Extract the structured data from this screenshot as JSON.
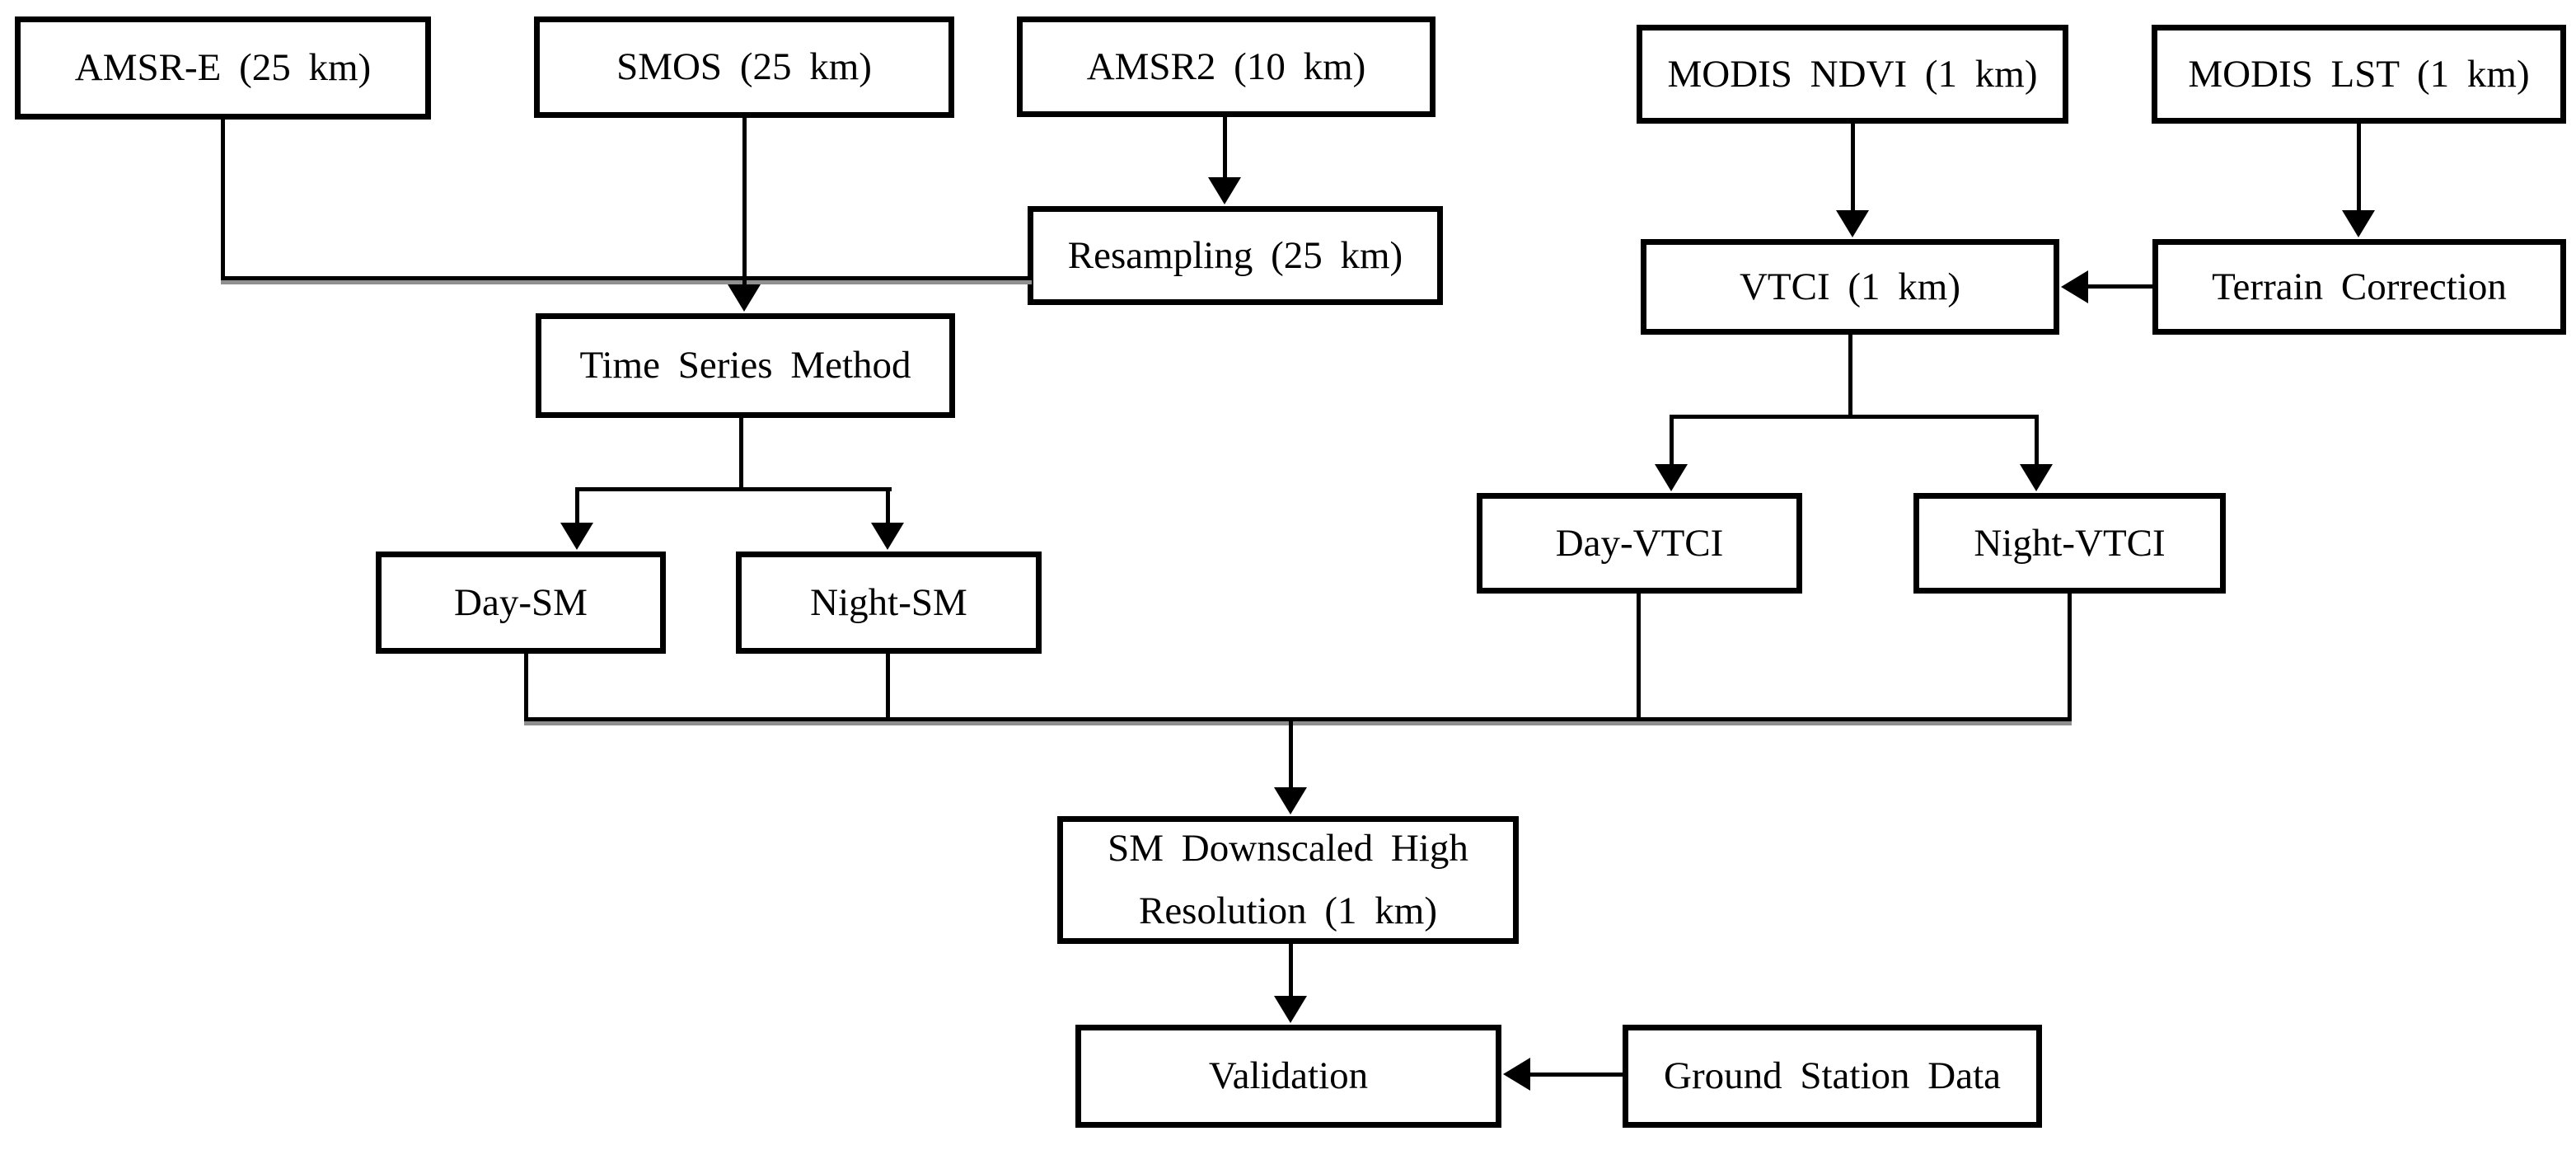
{
  "nodes": {
    "amsr_e": {
      "label": "AMSR-E (25 km)"
    },
    "smos": {
      "label": "SMOS (25 km)"
    },
    "amsr2": {
      "label": "AMSR2 (10 km)"
    },
    "modis_ndvi": {
      "label": "MODIS NDVI (1 km)"
    },
    "modis_lst": {
      "label": "MODIS LST (1 km)"
    },
    "resampling": {
      "label": "Resampling (25 km)"
    },
    "vtci": {
      "label": "VTCI (1 km)"
    },
    "terrain_correction": {
      "label": "Terrain Correction"
    },
    "time_series_method": {
      "label": "Time Series Method"
    },
    "day_sm": {
      "label": "Day-SM"
    },
    "night_sm": {
      "label": "Night-SM"
    },
    "day_vtci": {
      "label": "Day-VTCI"
    },
    "night_vtci": {
      "label": "Night-VTCI"
    },
    "sm_downscaled": {
      "line1": "SM Downscaled High",
      "line2": "Resolution (1 km)"
    },
    "validation": {
      "label": "Validation"
    },
    "ground_station_data": {
      "label": "Ground Station Data"
    }
  },
  "colors": {
    "line": "#000000",
    "background": "#ffffff",
    "connector_shadow": "#8f8f8f"
  }
}
